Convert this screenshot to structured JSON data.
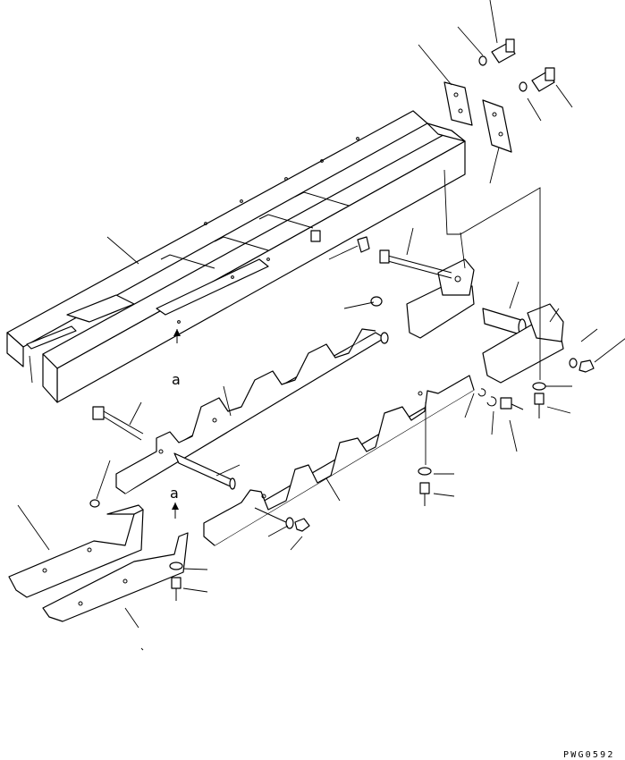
{
  "diagram": {
    "view_label_top": "a",
    "view_label_bottom": "a",
    "drawing_code": "PWG0592"
  }
}
